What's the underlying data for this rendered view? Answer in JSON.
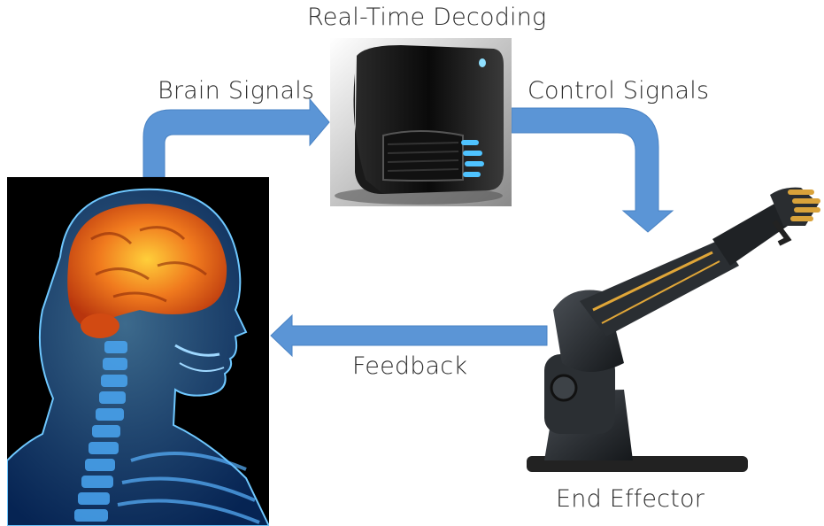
{
  "labels": {
    "decoding": "Real-Time Decoding",
    "brain_signals": "Brain Signals",
    "control_signals": "Control Signals",
    "feedback": "Feedback",
    "end_effector": "End Effector"
  },
  "colors": {
    "arrow": "#5b95d6",
    "arrow_stroke": "#4a83c4",
    "brain": "#e8651c",
    "skeleton": "#2f8ae8",
    "panel_bg": "#000000"
  },
  "images": {
    "brain": "human-head-brain-xray",
    "computer": "black-computer-case",
    "robot": "robotic-arm"
  }
}
